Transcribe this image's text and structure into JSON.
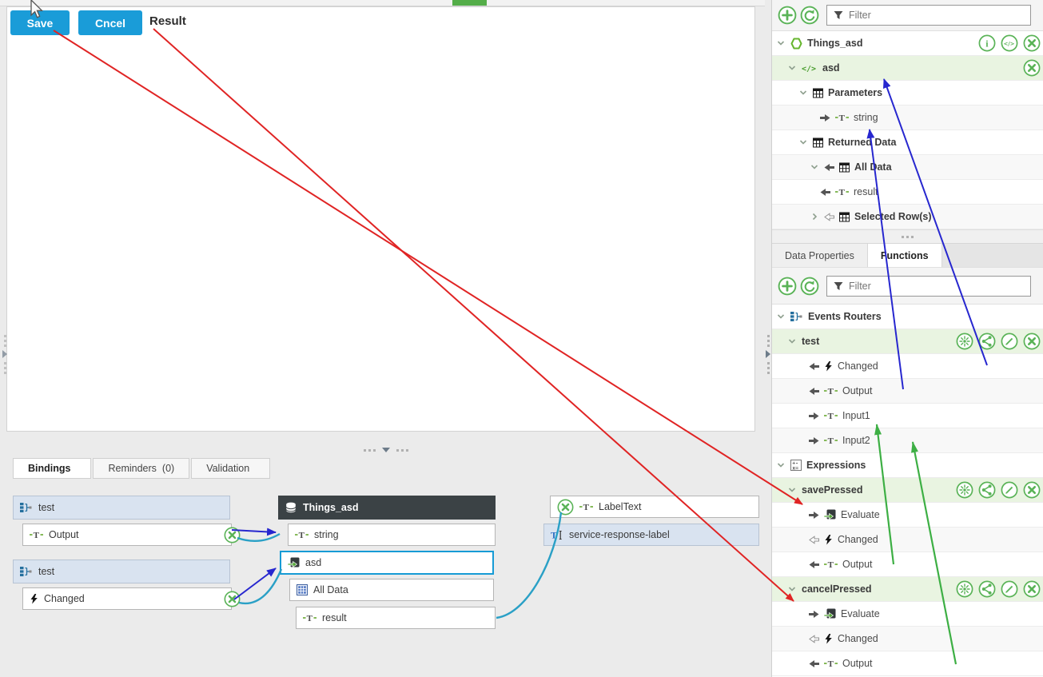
{
  "canvas": {
    "save_button": "Save",
    "cancel_button": "Cncel",
    "result_label": "Result"
  },
  "bindings_panel": {
    "tabs": [
      {
        "label": "Bindings",
        "count": "",
        "active": true
      },
      {
        "label": "Reminders",
        "count": "(0)",
        "active": false
      },
      {
        "label": "Validation",
        "count": "",
        "active": false
      }
    ],
    "groups": [
      {
        "header": {
          "icon": "router",
          "label": "test"
        },
        "rows": [
          {
            "icon": "text",
            "label": "Output",
            "removable": true
          }
        ]
      },
      {
        "header": {
          "icon": "router",
          "label": "test"
        },
        "rows": [
          {
            "icon": "bolt",
            "label": "Changed",
            "removable": true
          }
        ]
      }
    ],
    "service": {
      "header": {
        "icon": "database",
        "label": "Things_asd"
      },
      "rows": [
        {
          "icon": "text",
          "label": "string"
        },
        {
          "icon": "service",
          "label": "asd",
          "selected": true
        },
        {
          "icon": "grid",
          "label": "All Data"
        },
        {
          "icon": "text",
          "label": "result"
        }
      ]
    },
    "widget": {
      "rows": [
        {
          "icon": "text",
          "label": "LabelText",
          "removable": true
        },
        {
          "icon": "textcursor",
          "label": "service-response-label",
          "highlight": true
        }
      ]
    }
  },
  "right_panel": {
    "data_toolbar": {
      "filter_placeholder": "Filter"
    },
    "data_tree": {
      "rows": [
        {
          "level": 0,
          "chevron": "down",
          "icons": [
            "hexagon"
          ],
          "label": "Things_asd",
          "kind": "header",
          "actions": [
            "info",
            "code",
            "close"
          ]
        },
        {
          "level": 1,
          "chevron": "down",
          "icons": [
            "code"
          ],
          "label": "asd",
          "kind": "header",
          "selected": true,
          "actions": [
            "close"
          ]
        },
        {
          "level": 2,
          "chevron": "down",
          "icons": [
            "table"
          ],
          "label": "Parameters",
          "kind": "header"
        },
        {
          "level": 4,
          "icons": [
            "arrow-right",
            "text"
          ],
          "label": "string",
          "kind": "leaf"
        },
        {
          "level": 2,
          "chevron": "down",
          "icons": [
            "table"
          ],
          "label": "Returned Data",
          "kind": "header"
        },
        {
          "level": 3,
          "chevron": "down",
          "icons": [
            "arrow-left",
            "table"
          ],
          "label": "All Data",
          "kind": "header"
        },
        {
          "level": 4,
          "icons": [
            "arrow-left",
            "text"
          ],
          "label": "result",
          "kind": "leaf"
        },
        {
          "level": 3,
          "chevron": "right",
          "icons": [
            "arrow-left-outline",
            "table"
          ],
          "label": "Selected Row(s)",
          "kind": "header"
        }
      ]
    },
    "tabs": [
      {
        "label": "Data Properties",
        "active": false
      },
      {
        "label": "Functions",
        "active": true
      }
    ],
    "functions_toolbar": {
      "filter_placeholder": "Filter"
    },
    "functions_tree": {
      "rows": [
        {
          "level": 0,
          "chevron": "down",
          "icons": [
            "router"
          ],
          "label": "Events Routers",
          "kind": "header"
        },
        {
          "level": 1,
          "chevron": "down",
          "icons": [],
          "label": "test",
          "kind": "header",
          "selected": true,
          "actions": [
            "burst",
            "share",
            "pencil",
            "close"
          ]
        },
        {
          "level": 3,
          "icons": [
            "arrow-left",
            "bolt"
          ],
          "label": "Changed",
          "kind": "leaf"
        },
        {
          "level": 3,
          "icons": [
            "arrow-left",
            "text"
          ],
          "label": "Output",
          "kind": "leaf"
        },
        {
          "level": 3,
          "icons": [
            "arrow-right",
            "text"
          ],
          "label": "Input1",
          "kind": "leaf"
        },
        {
          "level": 3,
          "icons": [
            "arrow-right",
            "text"
          ],
          "label": "Input2",
          "kind": "leaf"
        },
        {
          "level": 0,
          "chevron": "down",
          "icons": [
            "expr"
          ],
          "label": "Expressions",
          "kind": "header"
        },
        {
          "level": 1,
          "chevron": "down",
          "icons": [],
          "label": "savePressed",
          "kind": "header",
          "selected": true,
          "actions": [
            "burst",
            "share",
            "pencil",
            "close"
          ]
        },
        {
          "level": 3,
          "icons": [
            "arrow-right",
            "service"
          ],
          "label": "Evaluate",
          "kind": "leaf"
        },
        {
          "level": 3,
          "icons": [
            "arrow-left-outline",
            "bolt"
          ],
          "label": "Changed",
          "kind": "leaf"
        },
        {
          "level": 3,
          "icons": [
            "arrow-left",
            "text"
          ],
          "label": "Output",
          "kind": "leaf"
        },
        {
          "level": 1,
          "chevron": "down",
          "icons": [],
          "label": "cancelPressed",
          "kind": "header",
          "selected": true,
          "actions": [
            "burst",
            "share",
            "pencil",
            "close"
          ]
        },
        {
          "level": 3,
          "icons": [
            "arrow-right",
            "service"
          ],
          "label": "Evaluate",
          "kind": "leaf"
        },
        {
          "level": 3,
          "icons": [
            "arrow-left-outline",
            "bolt"
          ],
          "label": "Changed",
          "kind": "leaf"
        },
        {
          "level": 3,
          "icons": [
            "arrow-left",
            "text"
          ],
          "label": "Output",
          "kind": "leaf"
        }
      ]
    }
  },
  "colors": {
    "accent_green": "#5ab357",
    "accent_blue": "#1a9cd8",
    "arrow_red": "#e02424",
    "arrow_blue": "#2727cf",
    "arrow_green": "#3daf44",
    "connector_cyan": "#2aa0c6",
    "selected_row_bg": "#e9f4e1",
    "binding_header_bg": "#d9e3f0",
    "dark_header_bg": "#3b4245"
  }
}
